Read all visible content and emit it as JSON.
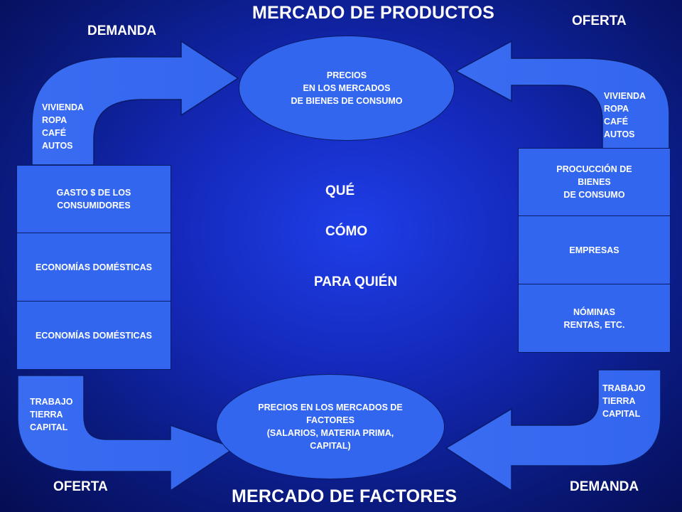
{
  "titles": {
    "top": "MERCADO DE PRODUCTOS",
    "bottom": "MERCADO DE FACTORES"
  },
  "corner_labels": {
    "top_left": "DEMANDA",
    "top_right": "OFERTA",
    "bottom_left": "OFERTA",
    "bottom_right": "DEMANDA"
  },
  "goods_markets": {
    "top": "PRECIOS\nEN LOS MERCADOS\nDE BIENES DE CONSUMO",
    "bottom": "PRECIOS EN LOS MERCADOS DE\nFACTORES\n(SALARIOS, MATERIA PRIMA,\nCAPITAL)"
  },
  "left_arrow_text": {
    "goods": "VIVIENDA\nROPA\nCAFÉ\nAUTOS",
    "factors": "TRABAJO\nTIERRA\nCAPITAL"
  },
  "right_arrow_text": {
    "goods": "VIVIENDA\nROPA\nCAFÉ\nAUTOS",
    "factors": "TRABAJO\nTIERRA\nCAPITAL"
  },
  "households_column": [
    "GASTO $ DE LOS\nCONSUMIDORES",
    "ECONOMÍAS DOMÉSTICAS",
    "ECONOMÍAS DOMÉSTICAS"
  ],
  "firms_column": [
    "PROCUCCIÓN DE\nBIENES\nDE CONSUMO",
    "EMPRESAS",
    "NÓMINAS\nRENTAS, ETC."
  ],
  "questions": {
    "what": "QUÉ",
    "how": "CÓMO",
    "for_whom": "PARA QUIÉN"
  },
  "colors": {
    "shape_fill": "#3366ee",
    "outline": "#0a1a6a",
    "background": "#1428b8"
  }
}
